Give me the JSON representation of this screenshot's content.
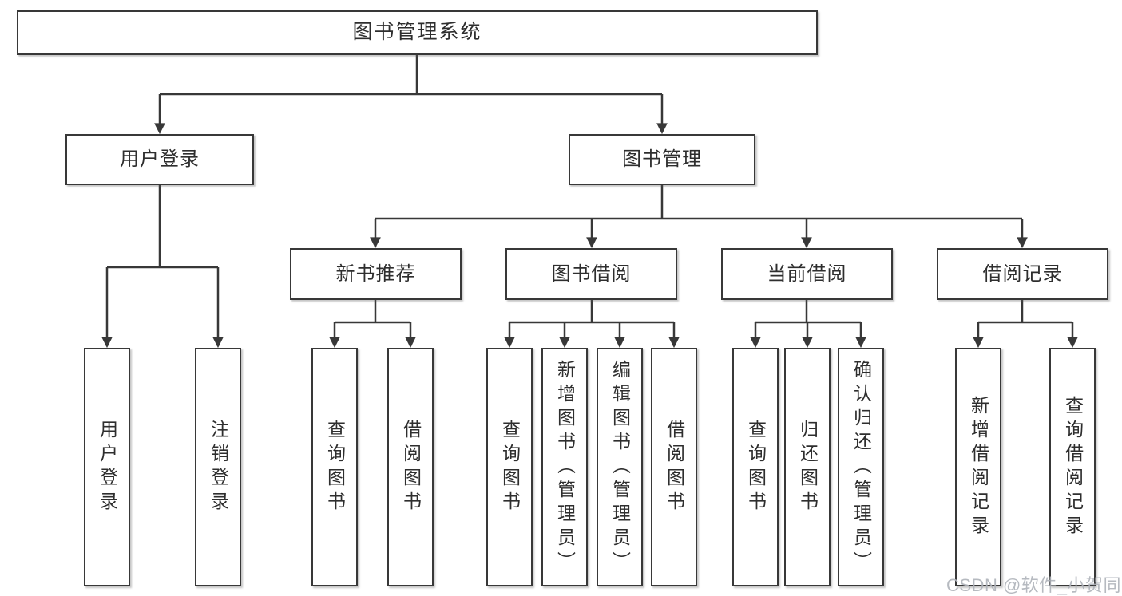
{
  "root_label": "图书管理系统",
  "branches": {
    "user": {
      "label": "用户登录",
      "leaves": [
        "用户登录",
        "注销登录"
      ]
    },
    "book": {
      "label": "图书管理",
      "modules": [
        {
          "label": "新书推荐",
          "leaves": [
            "查询图书",
            "借阅图书"
          ]
        },
        {
          "label": "图书借阅",
          "leaves": [
            "查询图书",
            "新增图书（管理员）",
            "编辑图书（管理员）",
            "借阅图书"
          ]
        },
        {
          "label": "当前借阅",
          "leaves": [
            "查询图书",
            "归还图书",
            "确认归还（管理员）"
          ]
        },
        {
          "label": "借阅记录",
          "leaves": [
            "新增借阅记录",
            "查询借阅记录"
          ]
        }
      ]
    }
  },
  "watermark": {
    "text": "CSDN @软件_小贺同学"
  },
  "colors": {
    "line": "#383838",
    "text": "#2e2e2e",
    "box_background": "#ffffff",
    "watermark": "#afb3ba"
  }
}
